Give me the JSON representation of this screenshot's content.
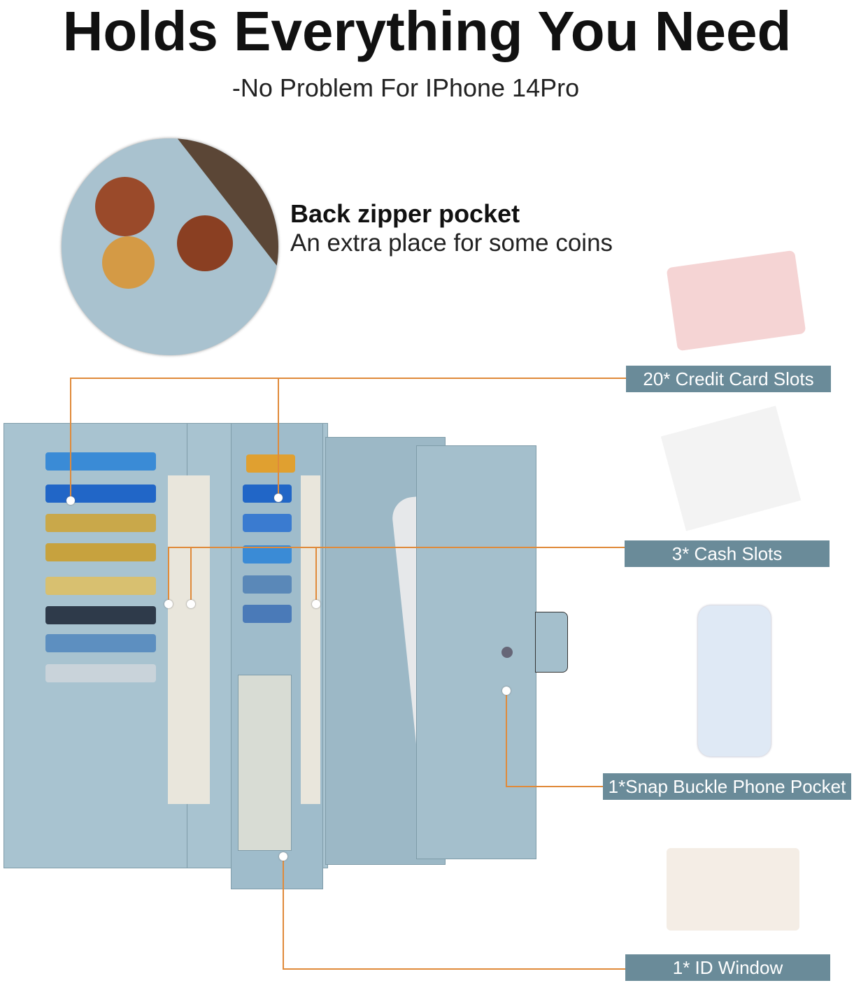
{
  "header": {
    "title": "Holds Everything You Need",
    "subtitle": "-No Problem For IPhone 14Pro"
  },
  "zipper": {
    "heading": "Back zipper pocket",
    "description": "An extra place for some coins"
  },
  "labels": [
    {
      "text": "20* Credit Card Slots"
    },
    {
      "text": "3* Cash Slots"
    },
    {
      "text": "1*Snap Buckle Phone Pocket"
    },
    {
      "text": "1* ID Window"
    }
  ],
  "colors": {
    "label_bg": "#6a8b99",
    "line": "#e08a3a",
    "leather": "#a8c3d0"
  }
}
